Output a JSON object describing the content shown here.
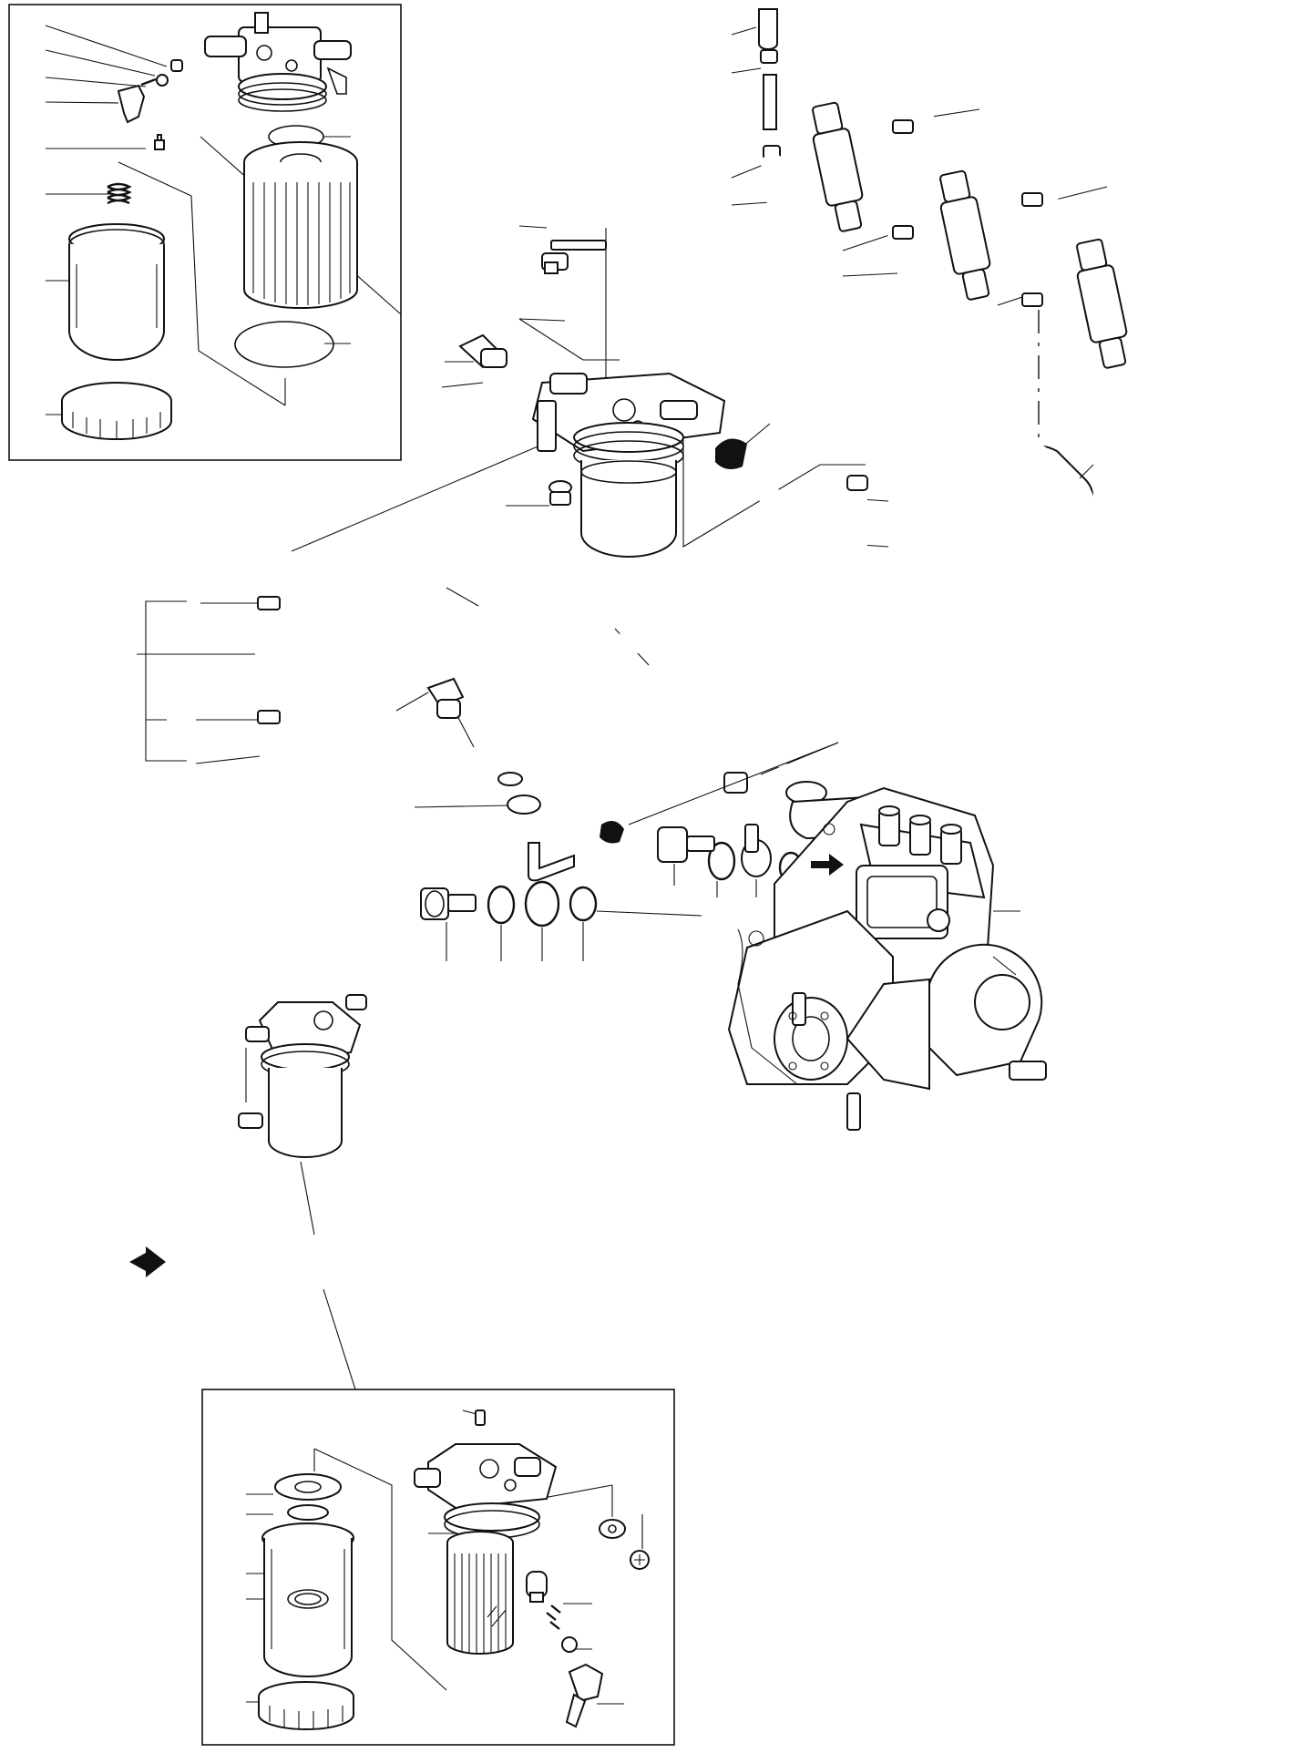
{
  "diagram": {
    "kind": "exploded parts drawing",
    "subject_icon": "fuel-system-diagram",
    "callout_numbers_printed": false,
    "line_color": "#111111",
    "background_color": "#ffffff",
    "groups": [
      {
        "name": "filter-exploded-view-top-left",
        "icon": "fuel-filter-exploded-icon"
      },
      {
        "name": "injector-leak-off-pipes-top-right",
        "icon": "injector-nozzle-icon"
      },
      {
        "name": "fuel-filter-with-hoses-center",
        "icon": "fuel-filter-icon"
      },
      {
        "name": "injection-pump-right",
        "icon": "injection-pump-icon"
      },
      {
        "name": "banjo-fittings-center",
        "icon": "banjo-bolt-icon"
      },
      {
        "name": "alternate-filter-bottom-left",
        "icon": "fuel-filter-icon"
      },
      {
        "name": "filter-exploded-view-bottom",
        "icon": "fuel-filter-exploded-icon"
      }
    ],
    "flow_arrows": [
      {
        "name": "pump-inlet-arrow",
        "icon": "direction-arrow-icon"
      },
      {
        "name": "tank-inlet-arrow",
        "icon": "direction-arrow-icon"
      }
    ]
  }
}
